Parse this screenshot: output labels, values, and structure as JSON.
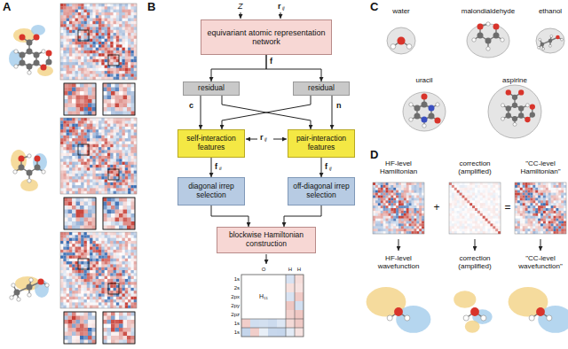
{
  "diagram": {
    "nodes": [
      {
        "text": [
          "equivariant atomic representation network"
        ]
      },
      {
        "text": [
          "residual"
        ]
      },
      {
        "text": [
          "residual"
        ]
      },
      {
        "text": [
          "self-interaction features"
        ]
      },
      {
        "text": [
          "pair-interaction features"
        ]
      },
      {
        "text": [
          "diagonal irrep selection"
        ]
      },
      {
        "text": [
          "off-diagonal irrep selection"
        ]
      },
      {
        "text": [
          "blockwise Hamiltonian construction"
        ]
      }
    ],
    "edges": [
      {
        "from": 0,
        "to": 1,
        "arrow": "to"
      },
      {
        "from": 0,
        "to": 2,
        "arrow": "to"
      },
      {
        "from": 1,
        "to": 3,
        "arrow": "to"
      },
      {
        "from": 1,
        "to": 4,
        "arrow": "to"
      },
      {
        "from": 2,
        "to": 3,
        "arrow": "to"
      },
      {
        "from": 2,
        "to": 4,
        "arrow": "to"
      },
      {
        "from": 3,
        "to": 5,
        "arrow": "to"
      },
      {
        "from": 4,
        "to": 6,
        "arrow": "to"
      },
      {
        "from": 5,
        "to": 7,
        "arrow": "to"
      },
      {
        "from": 6,
        "to": 7,
        "arrow": "to"
      }
    ],
    "labels": [
      "A",
      "B",
      "C",
      "D",
      "Z",
      "r",
      "ij",
      "f",
      "c",
      "n",
      "r",
      "ij",
      "f",
      "ii",
      "f",
      "ij",
      "O",
      "H",
      "H",
      "1s",
      "2s",
      "2px",
      "2py",
      "2pz",
      "1s",
      "1s",
      "H₁₁",
      "water",
      "malondialdehyde",
      "ethanol",
      "uracil",
      "aspirine",
      "HF-level Hamiltonian",
      "correction (amplified)",
      "\"CC-level Hamiltonian\"",
      "+",
      "=",
      "HF-level wavefunction",
      "correction (amplified)",
      "\"CC-level wavefunction\""
    ]
  }
}
